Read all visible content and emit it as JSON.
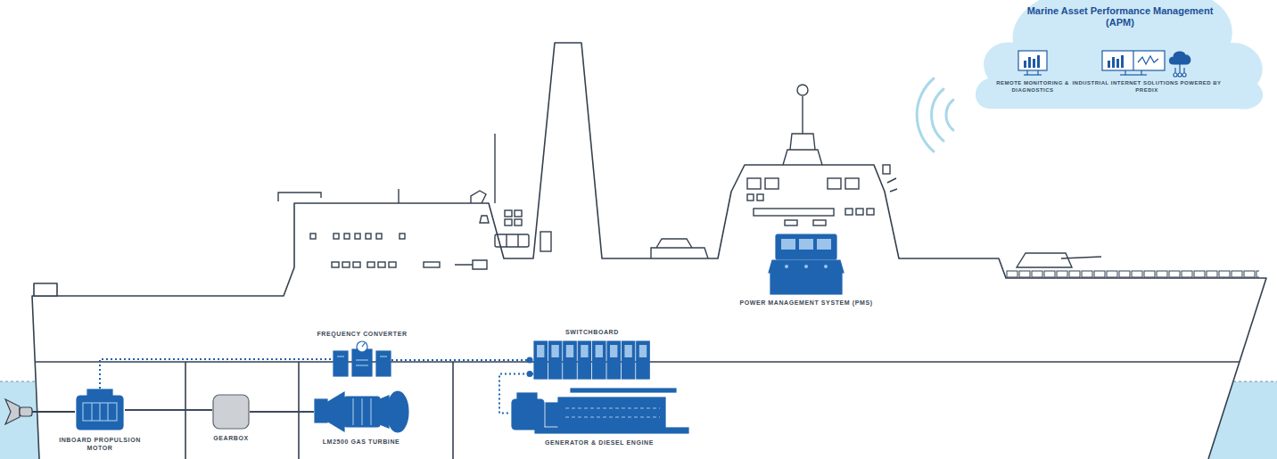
{
  "diagram": {
    "nodes": [
      {
        "text": [
          "Marine Asset Performance Management (APM)"
        ]
      },
      {
        "text": [
          "REMOTE MONITORING & DIAGNOSTICS"
        ],
        "in": 0
      },
      {
        "text": [
          "INDUSTRIAL INTERNET SOLUTIONS POWERED BY PREDIX"
        ],
        "in": 0
      },
      {
        "text": [
          "POWER MANAGEMENT SYSTEM (PMS)"
        ]
      },
      {
        "text": [
          "FREQUENCY CONVERTER"
        ]
      },
      {
        "text": [
          "SWITCHBOARD"
        ]
      },
      {
        "text": [
          "INBOARD PROPULSION MOTOR"
        ]
      },
      {
        "text": [
          "GEARBOX"
        ]
      },
      {
        "text": [
          "LM2500 GAS TURBINE"
        ]
      },
      {
        "text": [
          "GENERATOR & DIESEL ENGINE"
        ]
      }
    ],
    "edges": [
      {
        "from": 6,
        "to": 7,
        "arrow": "none"
      },
      {
        "from": 7,
        "to": 8,
        "arrow": "none"
      },
      {
        "from": 6,
        "to": 4,
        "arrow": "none"
      },
      {
        "from": 4,
        "to": 5,
        "arrow": "none"
      },
      {
        "from": 5,
        "to": 9,
        "arrow": "none"
      }
    ]
  }
}
